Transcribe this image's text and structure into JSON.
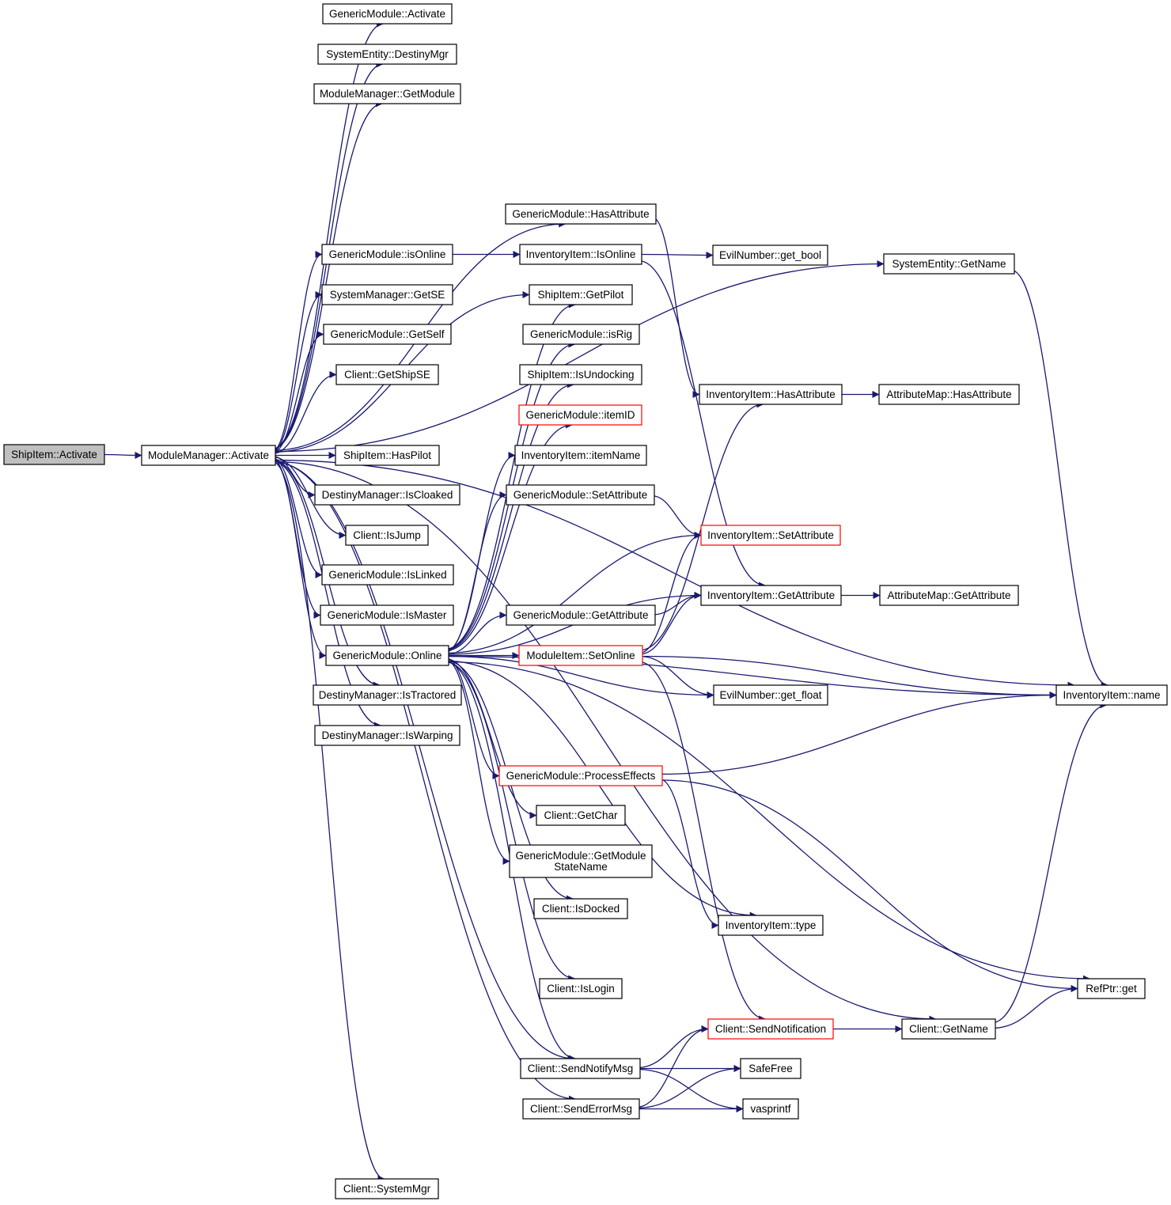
{
  "colors": {
    "edge": "#191970",
    "root_fill": "#bfbfbf",
    "truncated_border": "#ff0000"
  },
  "nodes": [
    {
      "id": "shipitem_activate",
      "label": "ShipItem::Activate",
      "root": true
    },
    {
      "id": "mm_activate",
      "label": "ModuleManager::Activate"
    },
    {
      "id": "gm_activate",
      "label": "GenericModule::Activate"
    },
    {
      "id": "se_destinymgr",
      "label": "SystemEntity::DestinyMgr"
    },
    {
      "id": "mm_getmodule",
      "label": "ModuleManager::GetModule"
    },
    {
      "id": "gm_hasattribute",
      "label": "GenericModule::HasAttribute"
    },
    {
      "id": "gm_isonline",
      "label": "GenericModule::isOnline"
    },
    {
      "id": "ii_isonline",
      "label": "InventoryItem::IsOnline"
    },
    {
      "id": "en_getbool",
      "label": "EvilNumber::get_bool"
    },
    {
      "id": "se_getname",
      "label": "SystemEntity::GetName"
    },
    {
      "id": "sm_getse",
      "label": "SystemManager::GetSE"
    },
    {
      "id": "si_getpilot",
      "label": "ShipItem::GetPilot"
    },
    {
      "id": "gm_getself",
      "label": "GenericModule::GetSelf"
    },
    {
      "id": "gm_isrig",
      "label": "GenericModule::isRig"
    },
    {
      "id": "cl_getshipse",
      "label": "Client::GetShipSE"
    },
    {
      "id": "si_isundocking",
      "label": "ShipItem::IsUndocking"
    },
    {
      "id": "ii_hasattribute",
      "label": "InventoryItem::HasAttribute"
    },
    {
      "id": "am_hasattribute",
      "label": "AttributeMap::HasAttribute"
    },
    {
      "id": "gm_itemid",
      "label": "GenericModule::itemID",
      "truncated": true
    },
    {
      "id": "si_haspilot",
      "label": "ShipItem::HasPilot"
    },
    {
      "id": "ii_itemname",
      "label": "InventoryItem::itemName"
    },
    {
      "id": "dm_iscloaked",
      "label": "DestinyManager::IsCloaked"
    },
    {
      "id": "gm_setattribute",
      "label": "GenericModule::SetAttribute"
    },
    {
      "id": "cl_isjump",
      "label": "Client::IsJump"
    },
    {
      "id": "ii_setattribute",
      "label": "InventoryItem::SetAttribute",
      "truncated": true
    },
    {
      "id": "gm_islinked",
      "label": "GenericModule::IsLinked"
    },
    {
      "id": "ii_getattribute",
      "label": "InventoryItem::GetAttribute"
    },
    {
      "id": "am_getattribute",
      "label": "AttributeMap::GetAttribute"
    },
    {
      "id": "gm_ismaster",
      "label": "GenericModule::IsMaster"
    },
    {
      "id": "gm_getattribute",
      "label": "GenericModule::GetAttribute"
    },
    {
      "id": "gm_online",
      "label": "GenericModule::Online"
    },
    {
      "id": "mi_setonline",
      "label": "ModuleItem::SetOnline",
      "truncated": true
    },
    {
      "id": "ii_name",
      "label": "InventoryItem::name"
    },
    {
      "id": "dm_istractored",
      "label": "DestinyManager::IsTractored"
    },
    {
      "id": "en_getfloat",
      "label": "EvilNumber::get_float"
    },
    {
      "id": "dm_iswarping",
      "label": "DestinyManager::IsWarping"
    },
    {
      "id": "gm_processeffects",
      "label": "GenericModule::ProcessEffects",
      "truncated": true
    },
    {
      "id": "cl_getchar",
      "label": "Client::GetChar"
    },
    {
      "id": "gm_getmodulestatename",
      "label": "GenericModule::GetModule",
      "label2": "StateName"
    },
    {
      "id": "cl_isdocked",
      "label": "Client::IsDocked"
    },
    {
      "id": "ii_type",
      "label": "InventoryItem::type"
    },
    {
      "id": "cl_islogin",
      "label": "Client::IsLogin"
    },
    {
      "id": "refptr_get",
      "label": "RefPtr::get"
    },
    {
      "id": "cl_sendnotification",
      "label": "Client::SendNotification",
      "truncated": true
    },
    {
      "id": "cl_getname",
      "label": "Client::GetName"
    },
    {
      "id": "cl_sendnotifymsg",
      "label": "Client::SendNotifyMsg"
    },
    {
      "id": "safefree",
      "label": "SafeFree"
    },
    {
      "id": "cl_senderrormsg",
      "label": "Client::SendErrorMsg"
    },
    {
      "id": "vasprintf",
      "label": "vasprintf"
    },
    {
      "id": "cl_systemmgr",
      "label": "Client::SystemMgr"
    }
  ],
  "edges": [
    [
      "shipitem_activate",
      "mm_activate"
    ],
    [
      "mm_activate",
      "gm_activate"
    ],
    [
      "mm_activate",
      "se_destinymgr"
    ],
    [
      "mm_activate",
      "mm_getmodule"
    ],
    [
      "mm_activate",
      "ii_name"
    ],
    [
      "mm_activate",
      "se_getname"
    ],
    [
      "mm_activate",
      "gm_hasattribute"
    ],
    [
      "mm_activate",
      "gm_isonline"
    ],
    [
      "mm_activate",
      "sm_getse"
    ],
    [
      "mm_activate",
      "gm_getself"
    ],
    [
      "mm_activate",
      "cl_getshipse"
    ],
    [
      "mm_activate",
      "si_getpilot"
    ],
    [
      "mm_activate",
      "si_haspilot"
    ],
    [
      "mm_activate",
      "dm_iscloaked"
    ],
    [
      "mm_activate",
      "cl_isjump"
    ],
    [
      "mm_activate",
      "gm_islinked"
    ],
    [
      "mm_activate",
      "gm_ismaster"
    ],
    [
      "mm_activate",
      "gm_online"
    ],
    [
      "mm_activate",
      "dm_istractored"
    ],
    [
      "mm_activate",
      "dm_iswarping"
    ],
    [
      "mm_activate",
      "cl_sendnotifymsg"
    ],
    [
      "mm_activate",
      "cl_senderrormsg"
    ],
    [
      "mm_activate",
      "cl_getname"
    ],
    [
      "mm_activate",
      "cl_systemmgr"
    ],
    [
      "gm_isonline",
      "ii_isonline"
    ],
    [
      "ii_isonline",
      "en_getbool"
    ],
    [
      "ii_isonline",
      "ii_getattribute"
    ],
    [
      "gm_hasattribute",
      "ii_hasattribute"
    ],
    [
      "ii_hasattribute",
      "am_hasattribute"
    ],
    [
      "se_getname",
      "ii_name"
    ],
    [
      "gm_online",
      "si_getpilot"
    ],
    [
      "gm_online",
      "gm_isrig"
    ],
    [
      "gm_online",
      "si_isundocking"
    ],
    [
      "gm_online",
      "gm_itemid"
    ],
    [
      "gm_online",
      "ii_itemname"
    ],
    [
      "gm_online",
      "gm_setattribute"
    ],
    [
      "gm_online",
      "ii_setattribute"
    ],
    [
      "gm_online",
      "ii_getattribute"
    ],
    [
      "gm_online",
      "gm_getattribute"
    ],
    [
      "gm_online",
      "mi_setonline"
    ],
    [
      "gm_online",
      "en_getfloat"
    ],
    [
      "gm_online",
      "ii_name"
    ],
    [
      "gm_online",
      "gm_processeffects"
    ],
    [
      "gm_online",
      "cl_getchar"
    ],
    [
      "gm_online",
      "gm_getmodulestatename"
    ],
    [
      "gm_online",
      "cl_isdocked"
    ],
    [
      "gm_online",
      "ii_type"
    ],
    [
      "gm_online",
      "cl_islogin"
    ],
    [
      "gm_online",
      "refptr_get"
    ],
    [
      "gm_online",
      "cl_sendnotifymsg"
    ],
    [
      "gm_setattribute",
      "ii_setattribute"
    ],
    [
      "gm_getattribute",
      "ii_getattribute"
    ],
    [
      "ii_getattribute",
      "am_getattribute"
    ],
    [
      "mi_setonline",
      "ii_hasattribute"
    ],
    [
      "mi_setonline",
      "ii_setattribute"
    ],
    [
      "mi_setonline",
      "ii_getattribute"
    ],
    [
      "mi_setonline",
      "ii_name"
    ],
    [
      "mi_setonline",
      "en_getfloat"
    ],
    [
      "mi_setonline",
      "cl_sendnotification"
    ],
    [
      "gm_processeffects",
      "ii_name"
    ],
    [
      "gm_processeffects",
      "ii_type"
    ],
    [
      "gm_processeffects",
      "refptr_get"
    ],
    [
      "cl_sendnotification",
      "cl_getname"
    ],
    [
      "cl_getname",
      "ii_name"
    ],
    [
      "cl_getname",
      "refptr_get"
    ],
    [
      "cl_sendnotifymsg",
      "cl_sendnotification"
    ],
    [
      "cl_sendnotifymsg",
      "safefree"
    ],
    [
      "cl_sendnotifymsg",
      "vasprintf"
    ],
    [
      "cl_senderrormsg",
      "cl_sendnotification"
    ],
    [
      "cl_senderrormsg",
      "safefree"
    ],
    [
      "cl_senderrormsg",
      "vasprintf"
    ]
  ]
}
